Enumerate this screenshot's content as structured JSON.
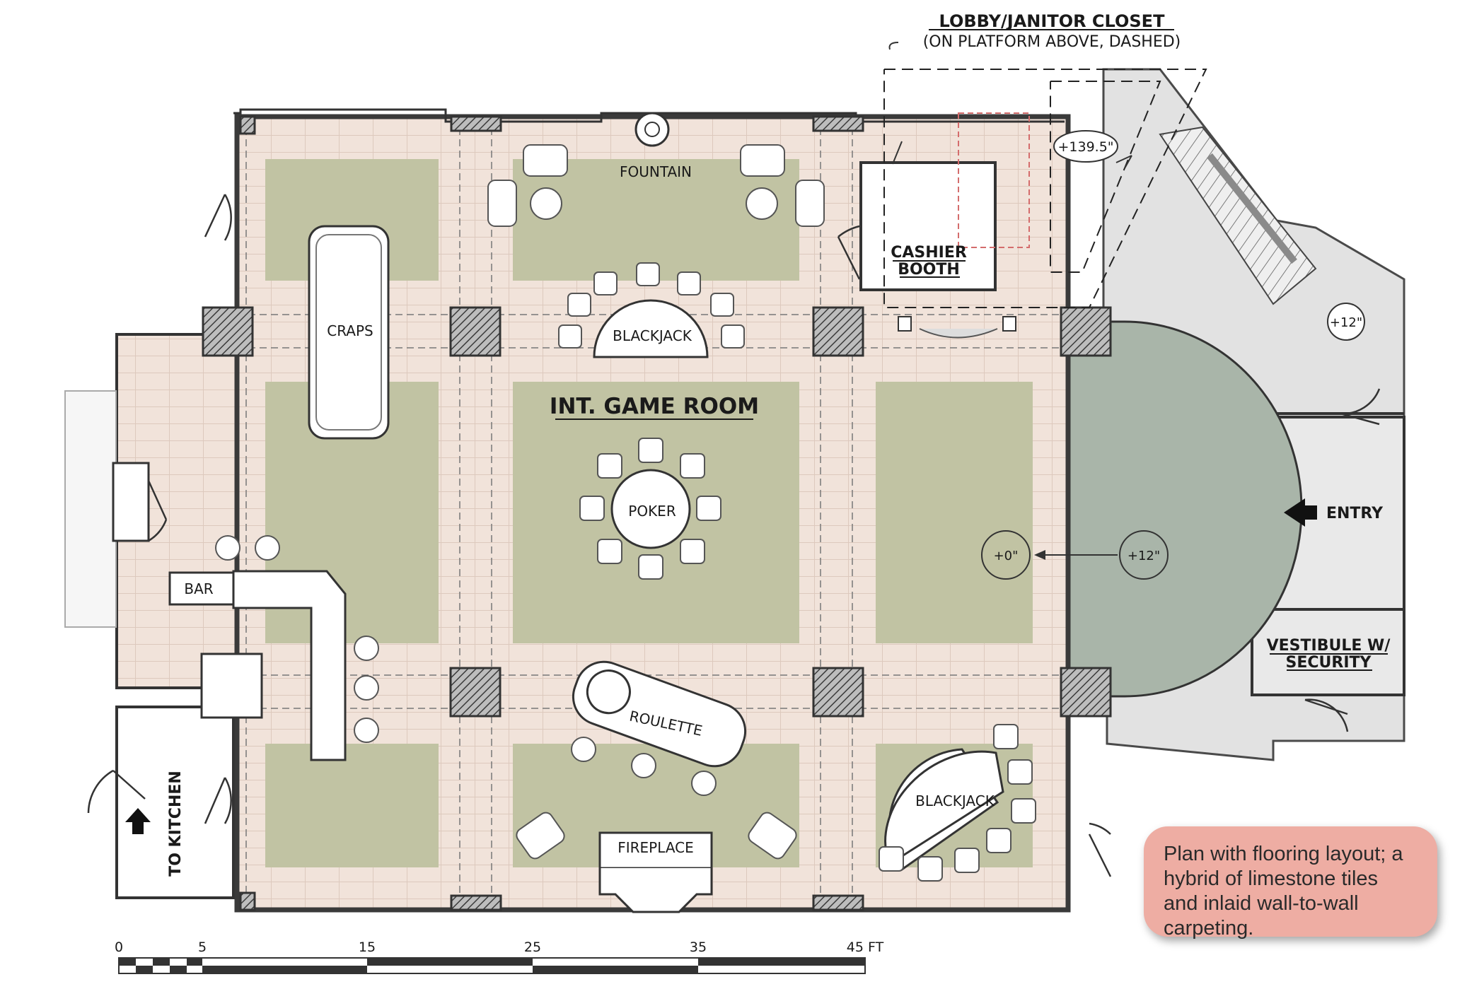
{
  "title": "INT. GAME ROOM",
  "closet": {
    "title": "LOBBY/JANITOR CLOSET",
    "subtitle": "(ON PLATFORM ABOVE, DASHED)"
  },
  "rooms": {
    "cashier_line1": "CASHIER",
    "cashier_line2": "BOOTH",
    "entry": "ENTRY",
    "vestibule_line1": "VESTIBULE W/",
    "vestibule_line2": "SECURITY",
    "kitchen": "TO KITCHEN"
  },
  "fixtures": {
    "fountain": "FOUNTAIN",
    "craps": "CRAPS",
    "blackjack_top": "BLACKJACK",
    "poker": "POKER",
    "bar": "BAR",
    "roulette": "ROULETTE",
    "blackjack_bottom": "BLACKJACK",
    "fireplace": "FIREPLACE"
  },
  "elevations": {
    "closet": "+139.5\"",
    "stair": "+12\"",
    "floor": "+0\"",
    "entry_platform": "+12\""
  },
  "scale": {
    "ticks": [
      "0",
      "5",
      "15",
      "25",
      "35",
      "45 FT"
    ]
  },
  "note": "Plan with flooring layout; a hybrid of limestone tiles and inlaid wall-to-wall carpeting.",
  "colors": {
    "limestone": "#f1e3da",
    "carpet": "#c1c3a3",
    "entry_floor": "#a9b5a9",
    "wall": "#444444",
    "callout": "#eeada3"
  }
}
